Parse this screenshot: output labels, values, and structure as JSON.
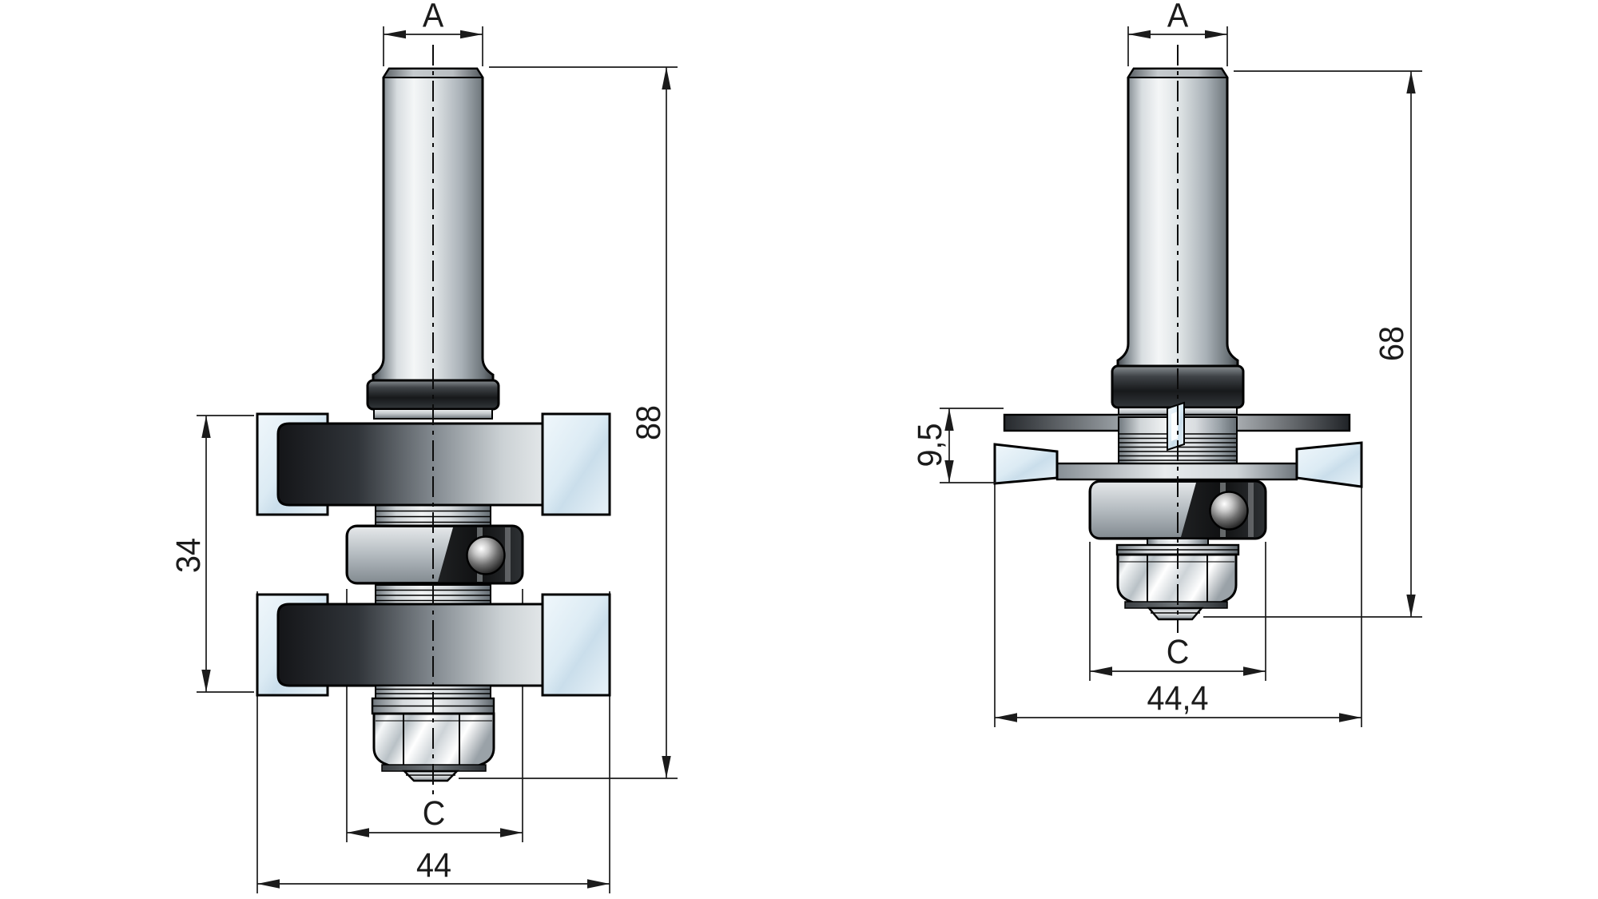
{
  "colors": {
    "background": "#ffffff",
    "line": "#1b1b1b",
    "carbide_tip": "#ddedf6",
    "metal_highlight": "#f2f4f5",
    "metal_shadow": "#17191b"
  },
  "drawings": [
    {
      "labels": {
        "shank_diameter": "A",
        "overall_length": "88",
        "cutting_height": "34",
        "bearing_diameter": "C",
        "cutting_diameter": "44"
      }
    },
    {
      "labels": {
        "shank_diameter": "A",
        "overall_length": "68",
        "cutting_height": "9,5",
        "bearing_diameter": "C",
        "cutting_diameter": "44,4"
      }
    }
  ]
}
